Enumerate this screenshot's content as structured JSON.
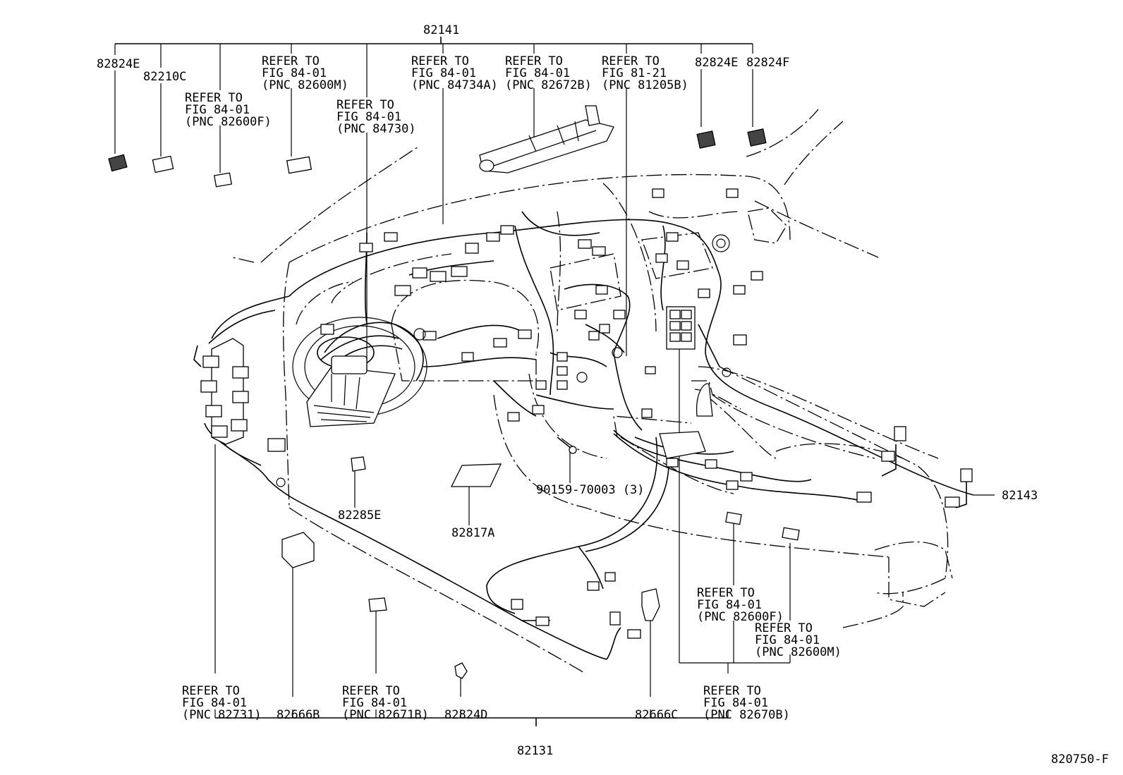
{
  "figure_code": "820750-F",
  "top_assembly": "82141",
  "bottom_assembly": "82131",
  "side_part": "82143",
  "top_labels": {
    "p82824E_left": "82824E",
    "p82210C": "82210C",
    "p82824E_right": "82824E",
    "p82824F": "82824F"
  },
  "refer": {
    "r82600F_top": [
      "REFER TO",
      "FIG 84-01",
      "(PNC 82600F)"
    ],
    "r82600M_top": [
      "REFER TO",
      "FIG 84-01",
      "(PNC 82600M)"
    ],
    "r84730": [
      "REFER TO",
      "FIG 84-01",
      "(PNC 84730)"
    ],
    "r84734A": [
      "REFER TO",
      "FIG 84-01",
      "(PNC 84734A)"
    ],
    "r82672B": [
      "REFER TO",
      "FIG 84-01",
      "(PNC 82672B)"
    ],
    "r81205B": [
      "REFER TO",
      "FIG 81-21",
      "(PNC 81205B)"
    ],
    "r82600F_mid": [
      "REFER TO",
      "FIG 84-01",
      "(PNC 82600F)"
    ],
    "r82600M_mid": [
      "REFER TO",
      "FIG 84-01",
      "(PNC 82600M)"
    ],
    "r82731": [
      "REFER TO",
      "FIG 84-01",
      "(PNC 82731)"
    ],
    "r82671B": [
      "REFER TO",
      "FIG 84-01",
      "(PNC 82671B)"
    ],
    "r82670B": [
      "REFER TO",
      "FIG 84-01",
      "(PNC 82670B)"
    ]
  },
  "part_labels": {
    "p82285E": "82285E",
    "p82817A": "82817A",
    "p90159": "90159-70003 (3)",
    "p82666B": "82666B",
    "p82824D": "82824D",
    "p82666C": "82666C"
  }
}
